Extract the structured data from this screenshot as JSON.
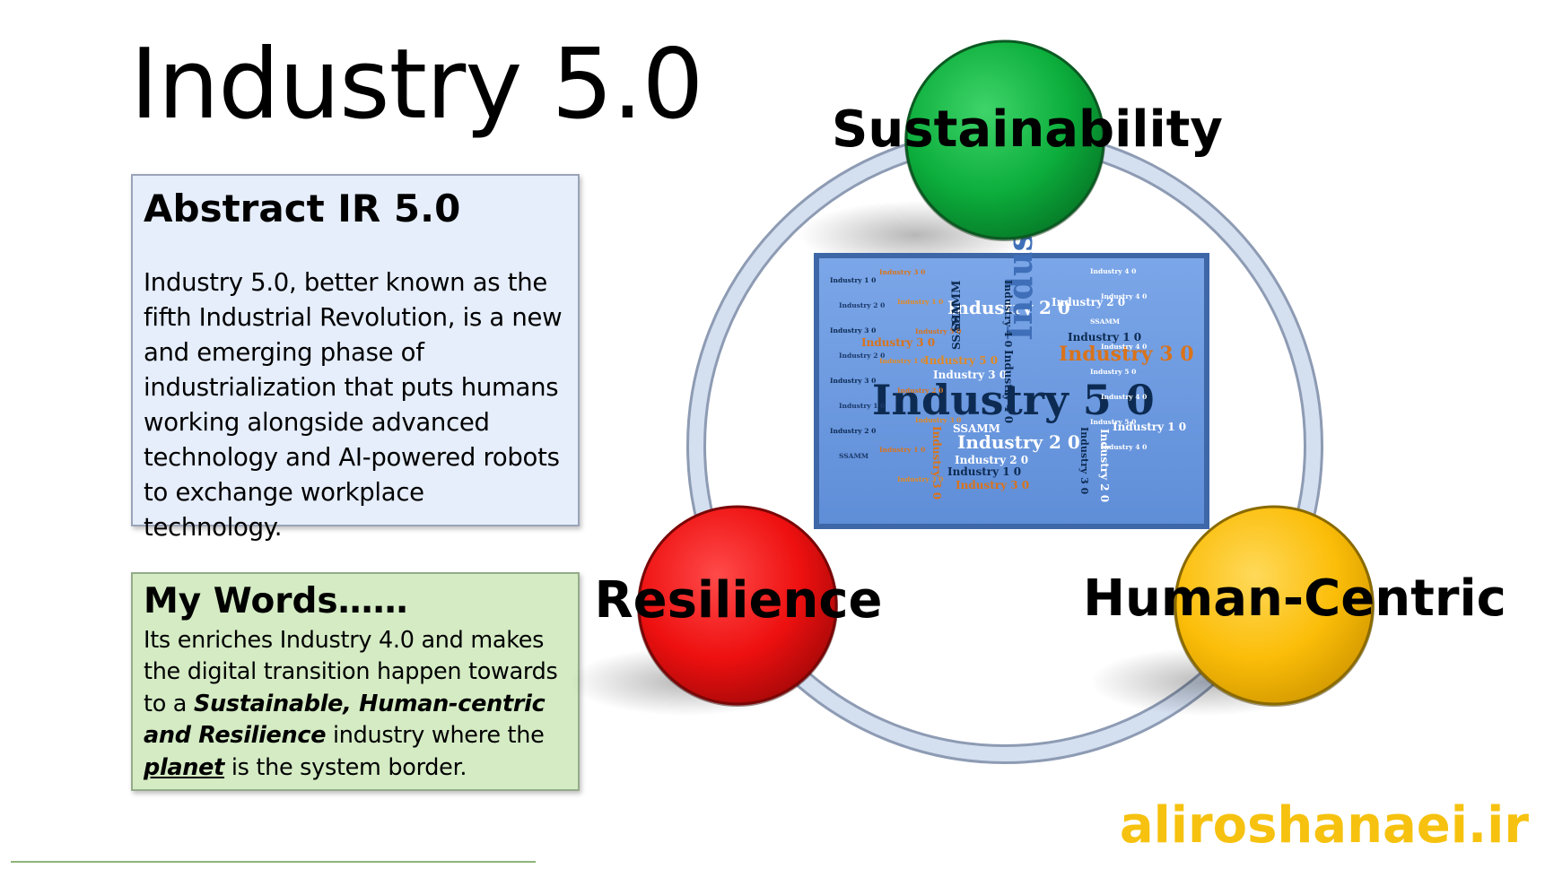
{
  "slide": {
    "title": "Industry 5.0"
  },
  "abstract": {
    "heading": "Abstract IR 5.0",
    "body": "Industry 5.0, better known as the fifth Industrial Revolution, is a new and emerging phase of industrialization that puts humans working alongside advanced technology and AI-powered robots to exchange workplace technology."
  },
  "my_words": {
    "heading": "My Words……",
    "text_1": "Its enriches Industry 4.0 and makes the digital transition happen towards to a ",
    "emphasis": "Sustainable, Human-centric and Resilience",
    "text_2": " industry where the ",
    "planet": "planet",
    "text_3": " is the system border."
  },
  "diagram": {
    "pillars": [
      {
        "label": "Sustainability",
        "color": "#0cae3c"
      },
      {
        "label": "Resilience",
        "color": "#ee1010"
      },
      {
        "label": "Human-Centric",
        "color": "#fbbd08"
      }
    ],
    "ring_color": "#c5d3ea",
    "cloud_background": "#6f9be0",
    "word_cloud": {
      "main": "Industry 5 0",
      "large": [
        "Industry 3 0",
        "Industry 2 0",
        "Industry 2 0"
      ],
      "medium": [
        "Industry 3 0",
        "Industry 5 0",
        "Industry 1 0",
        "Industry 3 0",
        "Industry 2 0",
        "Industry 3 0",
        "Industry 1 0",
        "Industry 2 0",
        "SSAMM",
        "SSAMM",
        "Industry 4 0",
        "Industry 1 0"
      ],
      "small": [
        "Industry 1 0",
        "Industry 4 0",
        "Industry 3 0",
        "Industry 2 0",
        "Industry 4 0",
        "Industry 1 0",
        "Industry 3 0",
        "SSAMM",
        "Industry 5 0",
        "Industry 2 0",
        "Industry 4 0",
        "Industry 1 0",
        "Industry 3 0",
        "Industry 5 0",
        "Industry 2 0",
        "Industry 1 0",
        "Industry 4 0",
        "Industry 3 0",
        "Industry 2 0",
        "Industry 5 0",
        "Industry 1 0",
        "SSAMM",
        "Industry 4 0",
        "Industry 3 0"
      ],
      "vertical": [
        "Industry",
        "SSAMM",
        "Industry 4 0",
        "Industry 3 0",
        "Industry 2 0",
        "Industry 3 0"
      ]
    }
  },
  "footer": {
    "website": "aliroshanaei.ir",
    "website_color": "#f6c20f"
  }
}
